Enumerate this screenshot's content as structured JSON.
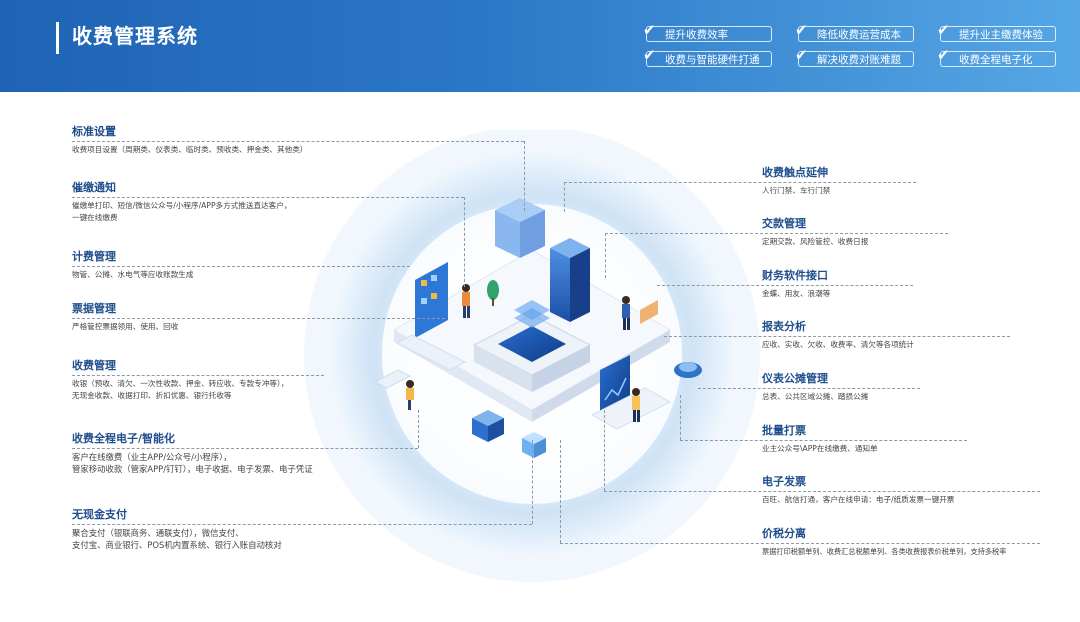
{
  "header": {
    "title": "收费管理系统",
    "badges": [
      {
        "label": "提升收费效率"
      },
      {
        "label": "降低收费运营成本"
      },
      {
        "label": "提升业主缴费体验"
      },
      {
        "label": "收费与智能硬件打通"
      },
      {
        "label": "解决收费对账难题"
      },
      {
        "label": "收费全程电子化"
      }
    ]
  },
  "left_features": [
    {
      "title": "标准设置",
      "lines": [
        "收费项目设置（周期类、仪表类、临时类、预收类、押金类、其他类）"
      ]
    },
    {
      "title": "催缴通知",
      "lines": [
        "催缴单打印、短信/微信公众号/小程序/APP多方式推送直达客户，",
        "一键在线缴费"
      ]
    },
    {
      "title": "计费管理",
      "lines": [
        "物管、公摊、水电气等应收账款生成"
      ]
    },
    {
      "title": "票据管理",
      "lines": [
        "严格管控票据领用、使用、回收"
      ]
    },
    {
      "title": "收费管理",
      "lines": [
        "收银（预收、清欠、一次性收款、押金、转应收、专款专冲等），",
        "无现金收款、收据打印、折扣优惠、银行托收等"
      ]
    },
    {
      "title": "收费全程电子/智能化",
      "lines": [
        "客户在线缴费（业主APP/公众号/小程序），",
        "管家移动收款（管家APP/钉钉），电子收据、电子发票、电子凭证"
      ]
    },
    {
      "title": "无现金支付",
      "lines": [
        "聚合支付（银联商务、通联支付），微信支付、",
        "支付宝、商业银行、POS机内置系统、银行入账自动核对"
      ]
    }
  ],
  "right_features": [
    {
      "title": "收费触点延伸",
      "lines": [
        "人行门禁、车行门禁"
      ]
    },
    {
      "title": "交款管理",
      "lines": [
        "定期交款、风险管控、收费日报"
      ]
    },
    {
      "title": "财务软件接口",
      "lines": [
        "金蝶、用友、浪潮等"
      ]
    },
    {
      "title": "报表分析",
      "lines": [
        "应收、实收、欠收、收费率、清欠等各项统计"
      ]
    },
    {
      "title": "仪表公摊管理",
      "lines": [
        "总表、公共区域公摊、踏损公摊"
      ]
    },
    {
      "title": "批量打票",
      "lines": [
        "业主公众号\\APP在线缴费、通知单"
      ]
    },
    {
      "title": "电子发票",
      "lines": [
        "百旺、航信打通，客户在线申请：电子/纸质发票一键开票"
      ]
    },
    {
      "title": "价税分离",
      "lines": [
        "票据打印税额单列、收费汇总税额单列、各类收费报表价税单列，支持多税率"
      ]
    }
  ],
  "colors": {
    "header_start": "#1f63b4",
    "header_end": "#56a7e6",
    "title_accent": "#1f4e8c",
    "glow": "#cfe3f6"
  },
  "illustration": {
    "icons": [
      "office-building-icon",
      "server-platform-icon",
      "person-icon",
      "tree-icon",
      "dashboard-icon",
      "cloud-icon",
      "chart-screen-icon"
    ]
  }
}
